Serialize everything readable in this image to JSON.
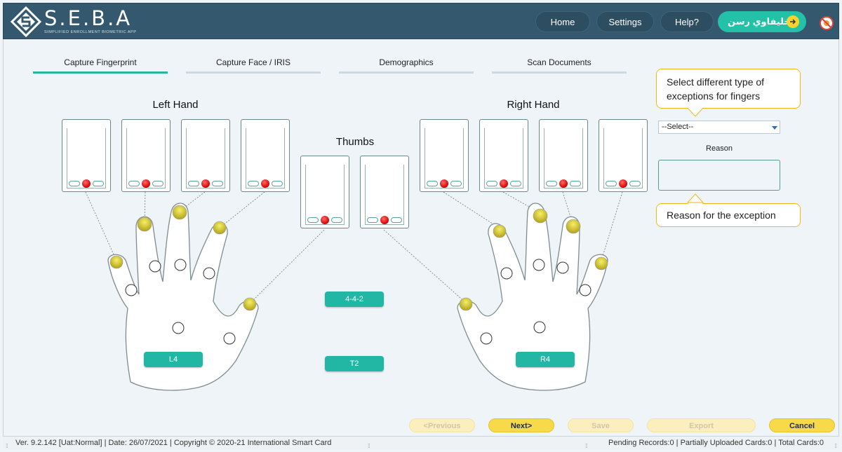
{
  "header": {
    "brand": "S.E.B.A",
    "brand_subtitle": "SIMPLIFIED ENROLLMENT BIOMETRIC APP",
    "nav": {
      "home": "Home",
      "settings": "Settings",
      "help": "Help?"
    },
    "user_name": "خليفاوي رسن"
  },
  "tabs": [
    {
      "label": "Capture Fingerprint",
      "active": true
    },
    {
      "label": "Capture Face / IRIS",
      "active": false
    },
    {
      "label": "Demographics",
      "active": false
    },
    {
      "label": "Scan Documents",
      "active": false
    }
  ],
  "capture": {
    "left_hand_title": "Left Hand",
    "right_hand_title": "Right Hand",
    "thumbs_title": "Thumbs",
    "left_label": "L4",
    "center_label_top": "4-4-2",
    "center_label_bottom": "T2",
    "right_label": "R4"
  },
  "exceptions": {
    "callout_select": "Select different type of exceptions for fingers",
    "select_value": "--Select--",
    "reason_label": "Reason",
    "reason_value": "",
    "callout_reason": "Reason for the exception"
  },
  "actions": {
    "previous": "<Previous",
    "next": "Next>",
    "save": "Save",
    "export": "Export",
    "cancel": "Cancel"
  },
  "footer": {
    "left": "Ver. 9.2.142 [Uat:Normal] | Date: 26/07/2021 | Copyright © 2020-21 International Smart Card",
    "right": "Pending Records:0 | Partially Uploaded Cards:0 | Total Cards:0"
  },
  "colors": {
    "header_bg": "#34586e",
    "accent_teal": "#22b7a5",
    "button_yellow": "#f8d94a",
    "callout_border": "#f0b81c",
    "indicator_red": "#d40000"
  }
}
